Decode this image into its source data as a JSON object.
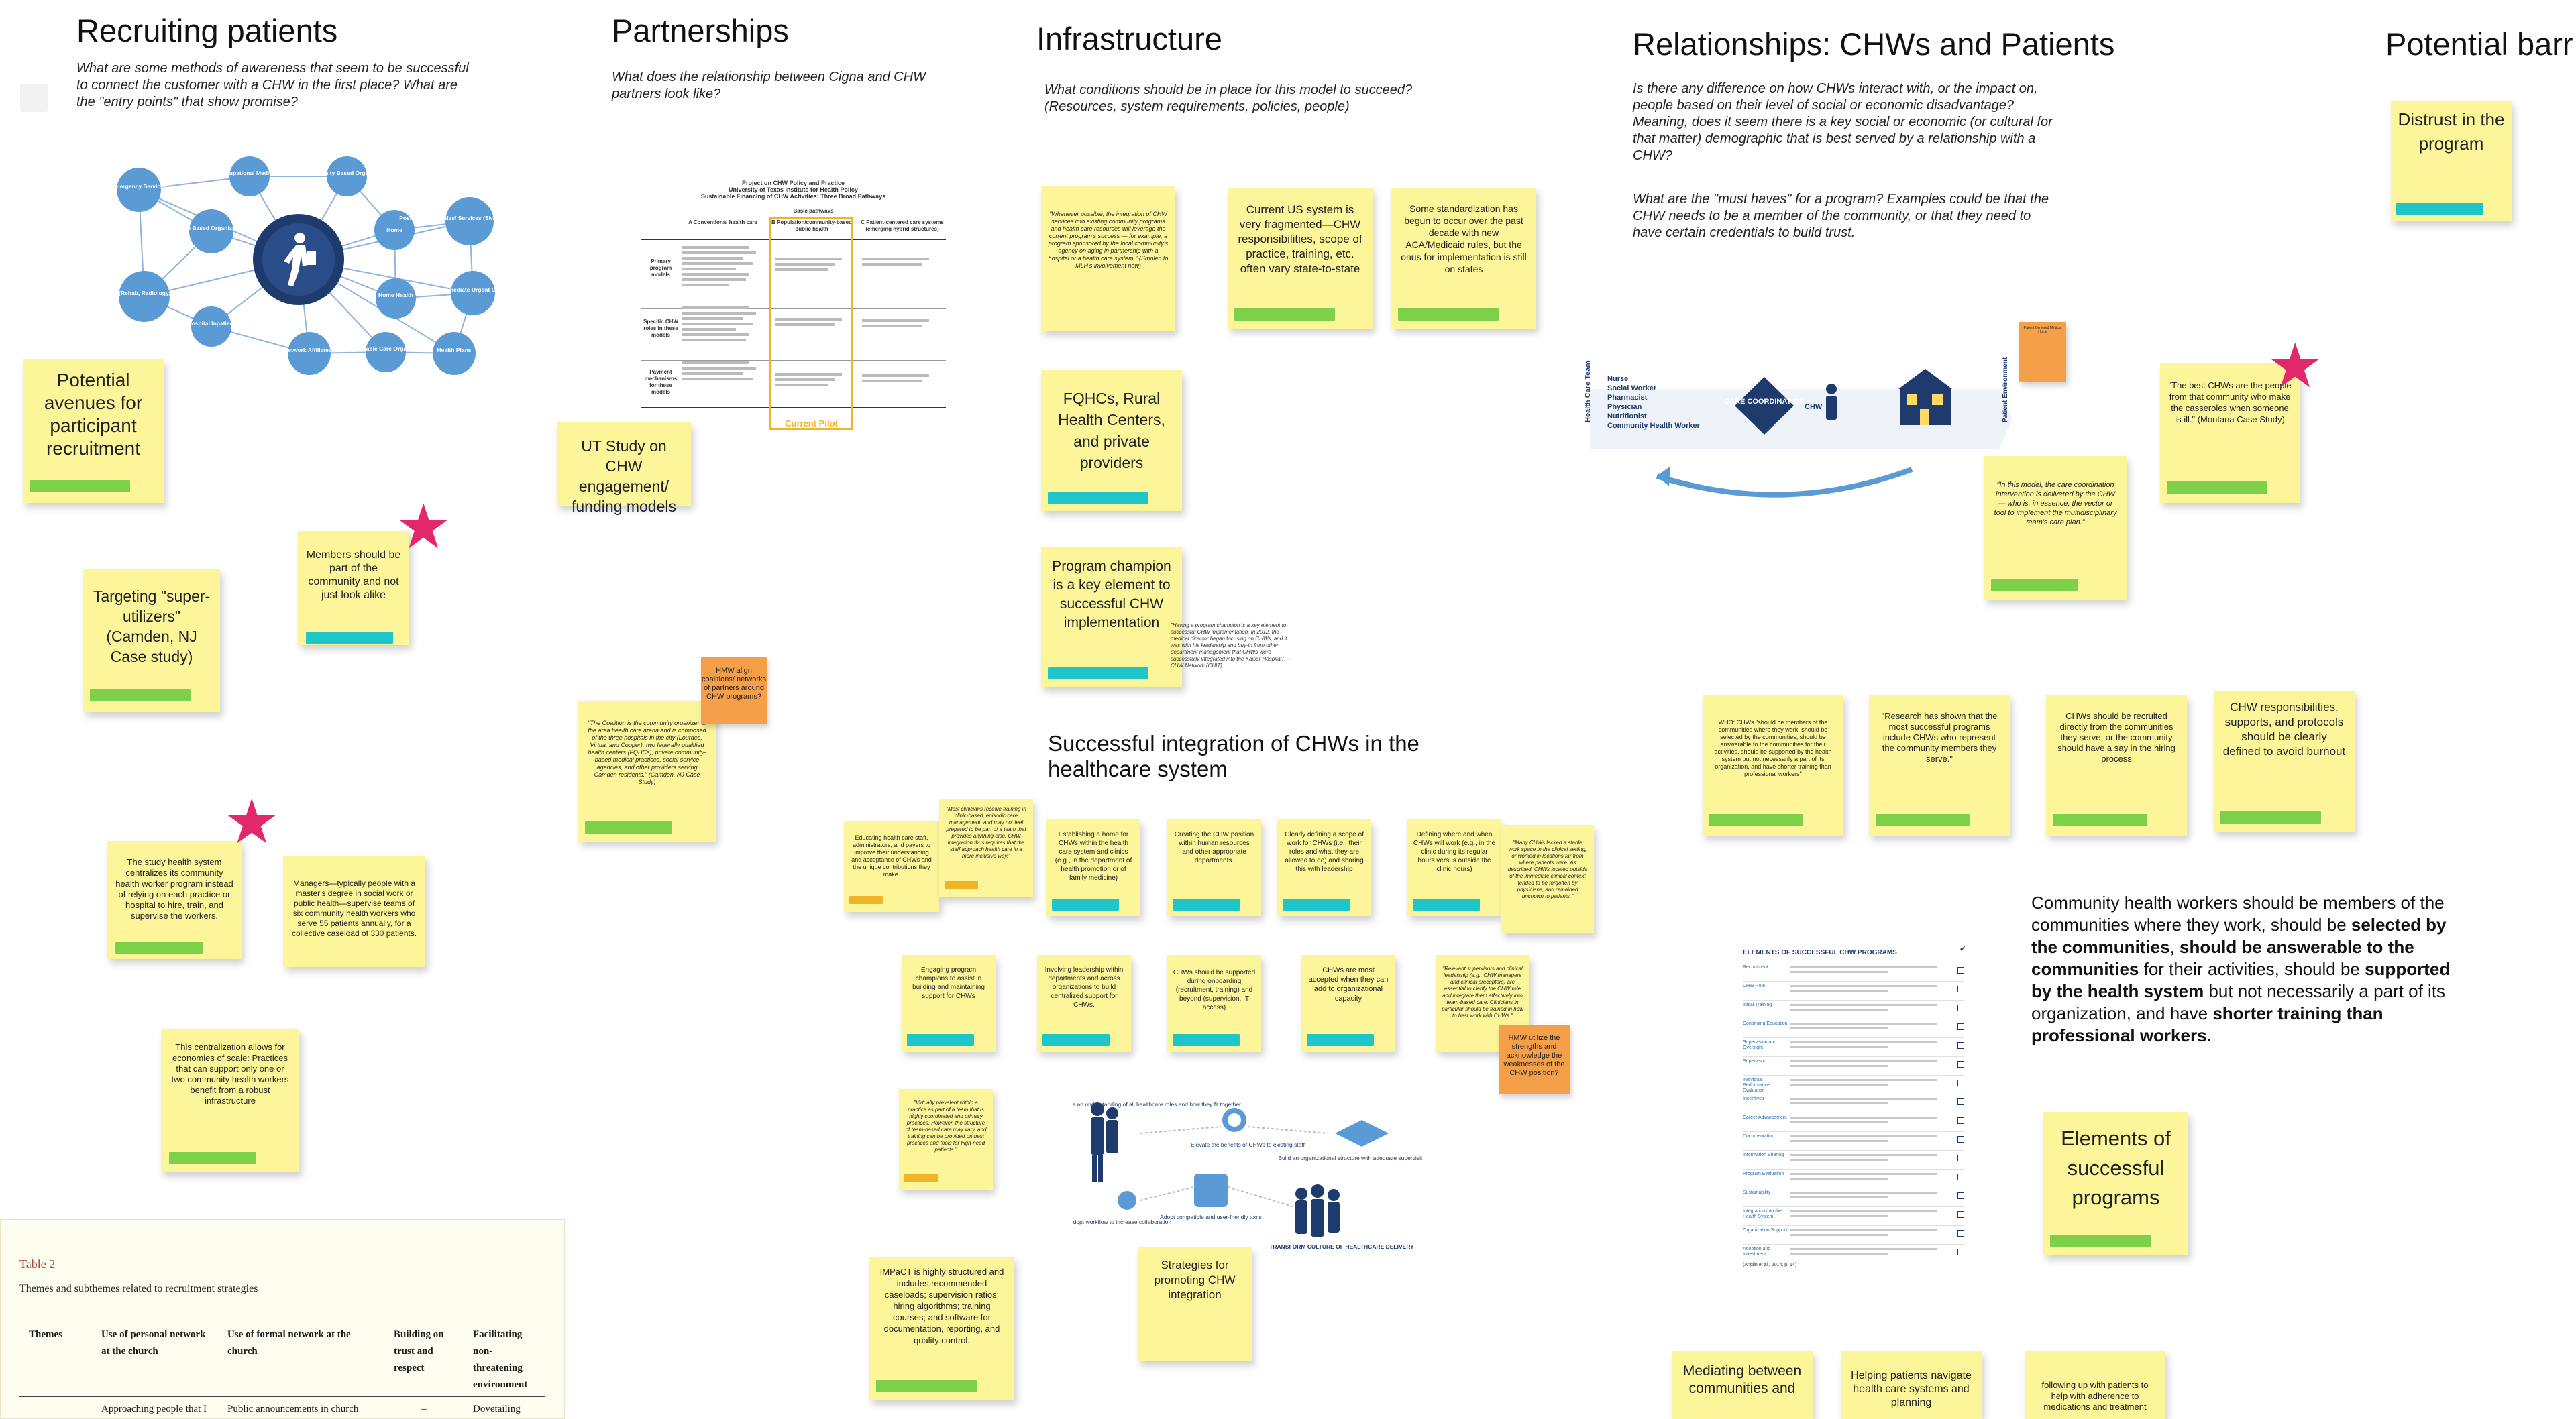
{
  "colors": {
    "sticky": "#fdf59a",
    "tag_green": "#7cd04a",
    "tag_teal": "#1fc6c9",
    "star": "#e2286b",
    "orange": "#f5a048",
    "navy": "#1f3b6e",
    "diagram_blue": "#5b9bd5"
  },
  "headings": {
    "recruiting": "Recruiting patients",
    "partnerships": "Partnerships",
    "infrastructure": "Infrastructure",
    "relationships": "Relationships: CHWs and Patients",
    "barriers": "Potential barr",
    "integration": "Successful integration of CHWs in the healthcare system"
  },
  "questions": {
    "recruiting": "What are some methods of awareness that seem to be successful to connect the customer with a CHW in the first place? What are the \"entry points\" that show promise?",
    "partnerships": "What does the relationship between Cigna and CHW partners look like?",
    "infrastructure": "What conditions should be in place for this model to succeed? (Resources, system requirements, policies, people)",
    "relationships_1": "Is there any difference on how CHWs interact with, or the impact on, people based on their level of social or economic disadvantage? Meaning, does it seem there is a key social or economic (or cultural for that matter) demographic that is best served by a relationship with a CHW?",
    "relationships_2": "What are the \"must haves\" for a program? Examples could be that the CHW needs to be a member of the community, or that they need to have certain credentials to build trust."
  },
  "hub_diagram": {
    "nodes": [
      "Emergency Services",
      "Occupational Medicine",
      "Community Based Organization",
      "Faith Based Organization",
      "Home",
      "Post Acute Facilities/ Services (SNF, Rehab, LTACH)",
      "Outpatient (Rehab, Radiology, Oncology)",
      "Hospital Inpatient",
      "Medical Network Affiliated Services",
      "Accountable Care Organization",
      "Home Health",
      "Immediate Urgent Care",
      "Health Plans"
    ]
  },
  "stickies": {
    "potential_avenues": "Potential avenues for participant recruitment",
    "members_part": "Members should be part of the community and not just look alike",
    "targeting": "Targeting \"super-utilizers\" (Camden, NJ Case study)",
    "study_health": "The study health system centralizes its community health worker program instead of relying on each practice or hospital to hire, train, and supervise the workers.",
    "managers": "Managers—typically people with a master's degree in social work or public health—supervise teams of six community health workers who serve 55 patients annually, for a collective caseload of 330 patients.",
    "centralization": "This centralization allows for economies of scale: Practices that can support only one or two community health workers benefit from a robust infrastructure",
    "ut_study": "UT Study on CHW engagement/ funding models",
    "coalition": "\"The Coalition is the community organizer of the area health care arena and is composed of the three hospitals in the city (Lourdes, Virtua, and Cooper), two federally qualified health centers (FQHCs), private community-based medical practices, social service agencies, and other providers serving Camden residents.\" (Camden, NJ Case Study)",
    "whenever_possible": "\"Whenever possible, the integration of CHW services into existing community programs and health care resources will leverage the current program's success — for example, a program sponsored by the local community's agency on aging in partnership with a hospital or a health care system.\" (Smolen to MLH's involvement now)",
    "current_us": "Current US system is very fragmented—CHW responsibilities, scope of practice, training, etc. often vary state-to-state",
    "some_standardization": "Some standardization has begun to occur over the past decade with new ACA/Medicaid rules, but the onus for implementation is still on states",
    "fqhcs": "FQHCs, Rural Health Centers, and private providers",
    "program_champion": "Program champion is a key element to successful CHW implementation",
    "best_chws": "\"The best CHWs are the people from that community who make the casseroles when someone is ill.\" (Montana Case Study)",
    "in_this_model": "\"In this model, the care coordination intervention is delivered by the CHW — who is, in essence, the vector or tool to implement the multidisciplinary team's care plan.\"",
    "distrust": "Distrust in the program",
    "whd_chws": "WHO: CHWs \"should be members of the communities where they work, should be selected by the communities, should be answerable to the communities for their activities, should be supported by the health system but not necessarily a part of its organization, and have shorter training than professional workers\"",
    "research": "\"Research has shown that the most successful programs include CHWs who represent the community members they serve.\"",
    "recruited": "CHWs should be recruited directly from the communities they serve, or the community should have a say in the hiring process",
    "chw_resp": "CHW responsibilities, supports, and protocols should be clearly defined to avoid burnout",
    "elements": "Elements of successful programs",
    "mediating": "Mediating between communities and",
    "helping": "Helping patients navigate health care systems and planning",
    "following": "following up with patients to help with adherence to medications and treatment",
    "educating": "Educating health care staff, administrators, and payers to improve their understanding and acceptance of CHWs and the unique contributions they make.",
    "most_clinicians": "\"Most clinicians receive training in clinic-based, episodic care management, and may not feel prepared to be part of a team that provides anything else. CHW integration thus requires that the staff approach health care in a more inclusive way.\"",
    "home_for": "Establishing a home for CHWs within the health care system and clinics (e.g., in the department of health promotion or of family medicine)",
    "creating": "Creating the CHW position within human resources and other appropriate departments.",
    "clearly": "Clearly defining a scope of work for CHWs (i.e., their roles and what they are allowed to do) and sharing this with leadership",
    "defining": "Defining where and when CHWs will work (e.g., in the clinic during its regular hours versus outside the clinic hours)",
    "many_chw": "\"Many CHWs lacked a stable work space in the clinical setting, or worked in locations far from where patients were. As described, CHWs located outside of the immediate clinical context tended to be forgotten by physicians, and remained unknown to patients.\"",
    "engaging": "Engaging program champions to assist in building and maintaining support for CHWs",
    "involving": "Involving leadership within departments and across organizations to build centralized support for CHWs.",
    "supported": "CHWs should be supported during onboarding (recruitment, training) and beyond (supervision, IT access)",
    "most_accepted": "CHWs are most accepted when they can add to organizational capacity",
    "relevant": "\"Relevant supervisors and clinical leadership (e.g., CHW managers and clinical preceptors) are essential to clarify the CHW role and integrate them effectively into team-based care. Clinicians in particular should be trained in how to best work with CHWs.\"",
    "virtually": "\"Virtually prevalent within a practice as part of a team that is highly coordinated and primary practices. However, the structure of team-based care may vary, and training can be provided on best practices and tools for high-need patients.\"",
    "impact": "IMPaCT is highly structured and includes recommended caseloads; supervision ratios; hiring algorithms; training courses; and software for documentation, reporting, and quality control.",
    "strategies": "Strategies for promoting CHW integration"
  },
  "orange_notes": {
    "hmw_align": "HMW align coalitions/ networks of partners around CHW programs?",
    "hmw_utilize": "HMW utilize the strengths and acknowledge the weaknesses of the CHW position?",
    "small": "Patient Centered Medical Home"
  },
  "small_caption": "\"Having a program champion is a key element to successful CHW implementation. In 2012, the medical director began focusing on CHWs, and it was with his leadership and buy-in from other department management that CHWs were successfully integrated into the Kaiser Hospital.\" — CHW Network (CHIT)",
  "pilot_doc": {
    "title": "Project on CHW Policy and Practice",
    "subtitle": "University of Texas Institute for Health Policy",
    "subtitle2": "Sustainable Financing of CHW Activities: Three Broad Pathways",
    "col_header": "Basic pathways",
    "cols": [
      "A Conventional health care",
      "B Population/community-based public health",
      "C Patient-centered care systems (emerging hybrid structures)"
    ],
    "rows": [
      "Primary program models",
      "Specific CHW roles in these models",
      "Payment mechanisms for these models"
    ],
    "current_pilot": "Current Pilot"
  },
  "care_diagram": {
    "side_label": "Health Care Team",
    "roles": [
      "Nurse",
      "Social Worker",
      "Pharmacist",
      "Physician",
      "Nutritionist",
      "Community Health Worker"
    ],
    "center": "CARE COORDINATION",
    "arrow_label": "CHW",
    "right_label": "Patient Environment"
  },
  "integration_graphic": {
    "labels": [
      "Cultivate an understanding of all healthcare roles and how they fit together",
      "Elevate the benefits of CHWs to existing staff",
      "Build an organizational structure with adequate supervision and support",
      "Adopt workflow to increase collaboration",
      "Adopt compatible and user-friendly tools",
      "TRANSFORM CULTURE OF HEALTHCARE DELIVERY"
    ]
  },
  "who_paragraph": {
    "p1": "Community health workers should be members of the communities where they work, should be ",
    "b1": "selected by the communities",
    "p2": ", ",
    "b2": "should be answerable to the communities",
    "p3": " for their activities, should be ",
    "b3": "supported by the health system",
    "p4": " but not necessarily a part of its organization, and have ",
    "b4": "shorter training than professional workers."
  },
  "elements_doc": {
    "title": "ELEMENTS OF SUCCESSFUL CHW PROGRAMS",
    "items": [
      "Recruitment",
      "CHW Role",
      "Initial Training",
      "Continuing Education",
      "Supervision and Oversight",
      "Supervisor",
      "Individual Performance Evaluation",
      "Incentives",
      "Career Advancement",
      "Documentation",
      "Information Sharing",
      "Program Evaluation",
      "Sustainability",
      "Integration into the Health System",
      "Organization Support",
      "Adoption and Investment"
    ],
    "footer": "(Anglin et al., 2014, p. 14)"
  },
  "table2": {
    "caption": "Table 2",
    "title": "Themes and subthemes related to recruitment strategies",
    "headers": [
      "Themes",
      "Use of personal network at the church",
      "Use of formal network at the church",
      "Building on trust and respect",
      "Facilitating non-threatening environment"
    ],
    "row": [
      "",
      "Approaching people that I know",
      "Public announcements in church bulletin or by pastor",
      "–",
      "Dovetailing existing meetings or random"
    ]
  }
}
